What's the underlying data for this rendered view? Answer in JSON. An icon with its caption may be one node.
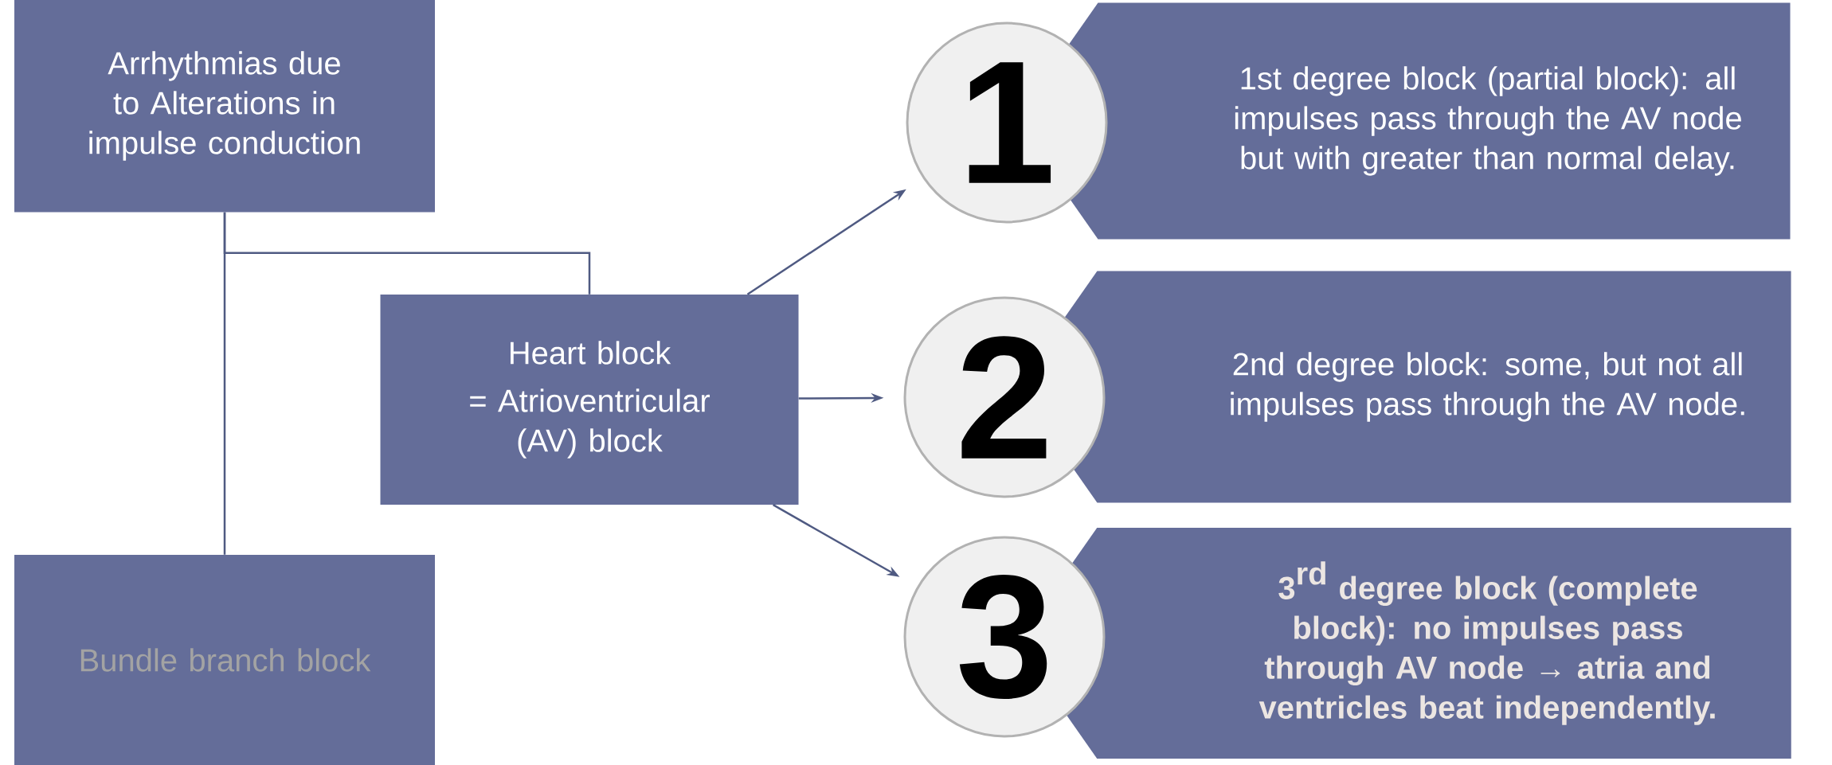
{
  "diagram": {
    "nodes": [
      {
        "text": [
          "Arrhythmias due to Alterations in impulse conduction"
        ]
      },
      {
        "text": [
          "Heart block",
          "= Atrioventricular (AV) block"
        ]
      },
      {
        "text": [
          "Bundle branch block"
        ]
      },
      {
        "text": [
          "1"
        ]
      },
      {
        "text": [
          "1st degree block (partial block): all impulses pass through the AV node but with greater than normal delay."
        ]
      },
      {
        "text": [
          "2"
        ]
      },
      {
        "text": [
          "2nd degree block: some, but not all impulses pass through the AV node."
        ]
      },
      {
        "text": [
          "3"
        ]
      },
      {
        "text": [
          "\\textbf{3}^{\\textbf{rd}}",
          "degree block (complete block): no impulses pass through AV node → atria and ventricles beat independently."
        ]
      }
    ],
    "edges": [
      {
        "from": 0,
        "to": 1,
        "arrow": "none"
      },
      {
        "from": 0,
        "to": 2,
        "arrow": "none"
      },
      {
        "from": 1,
        "to": 3,
        "arrow": "to"
      },
      {
        "from": 1,
        "to": 5,
        "arrow": "to"
      },
      {
        "from": 1,
        "to": 7,
        "arrow": "to"
      }
    ]
  }
}
